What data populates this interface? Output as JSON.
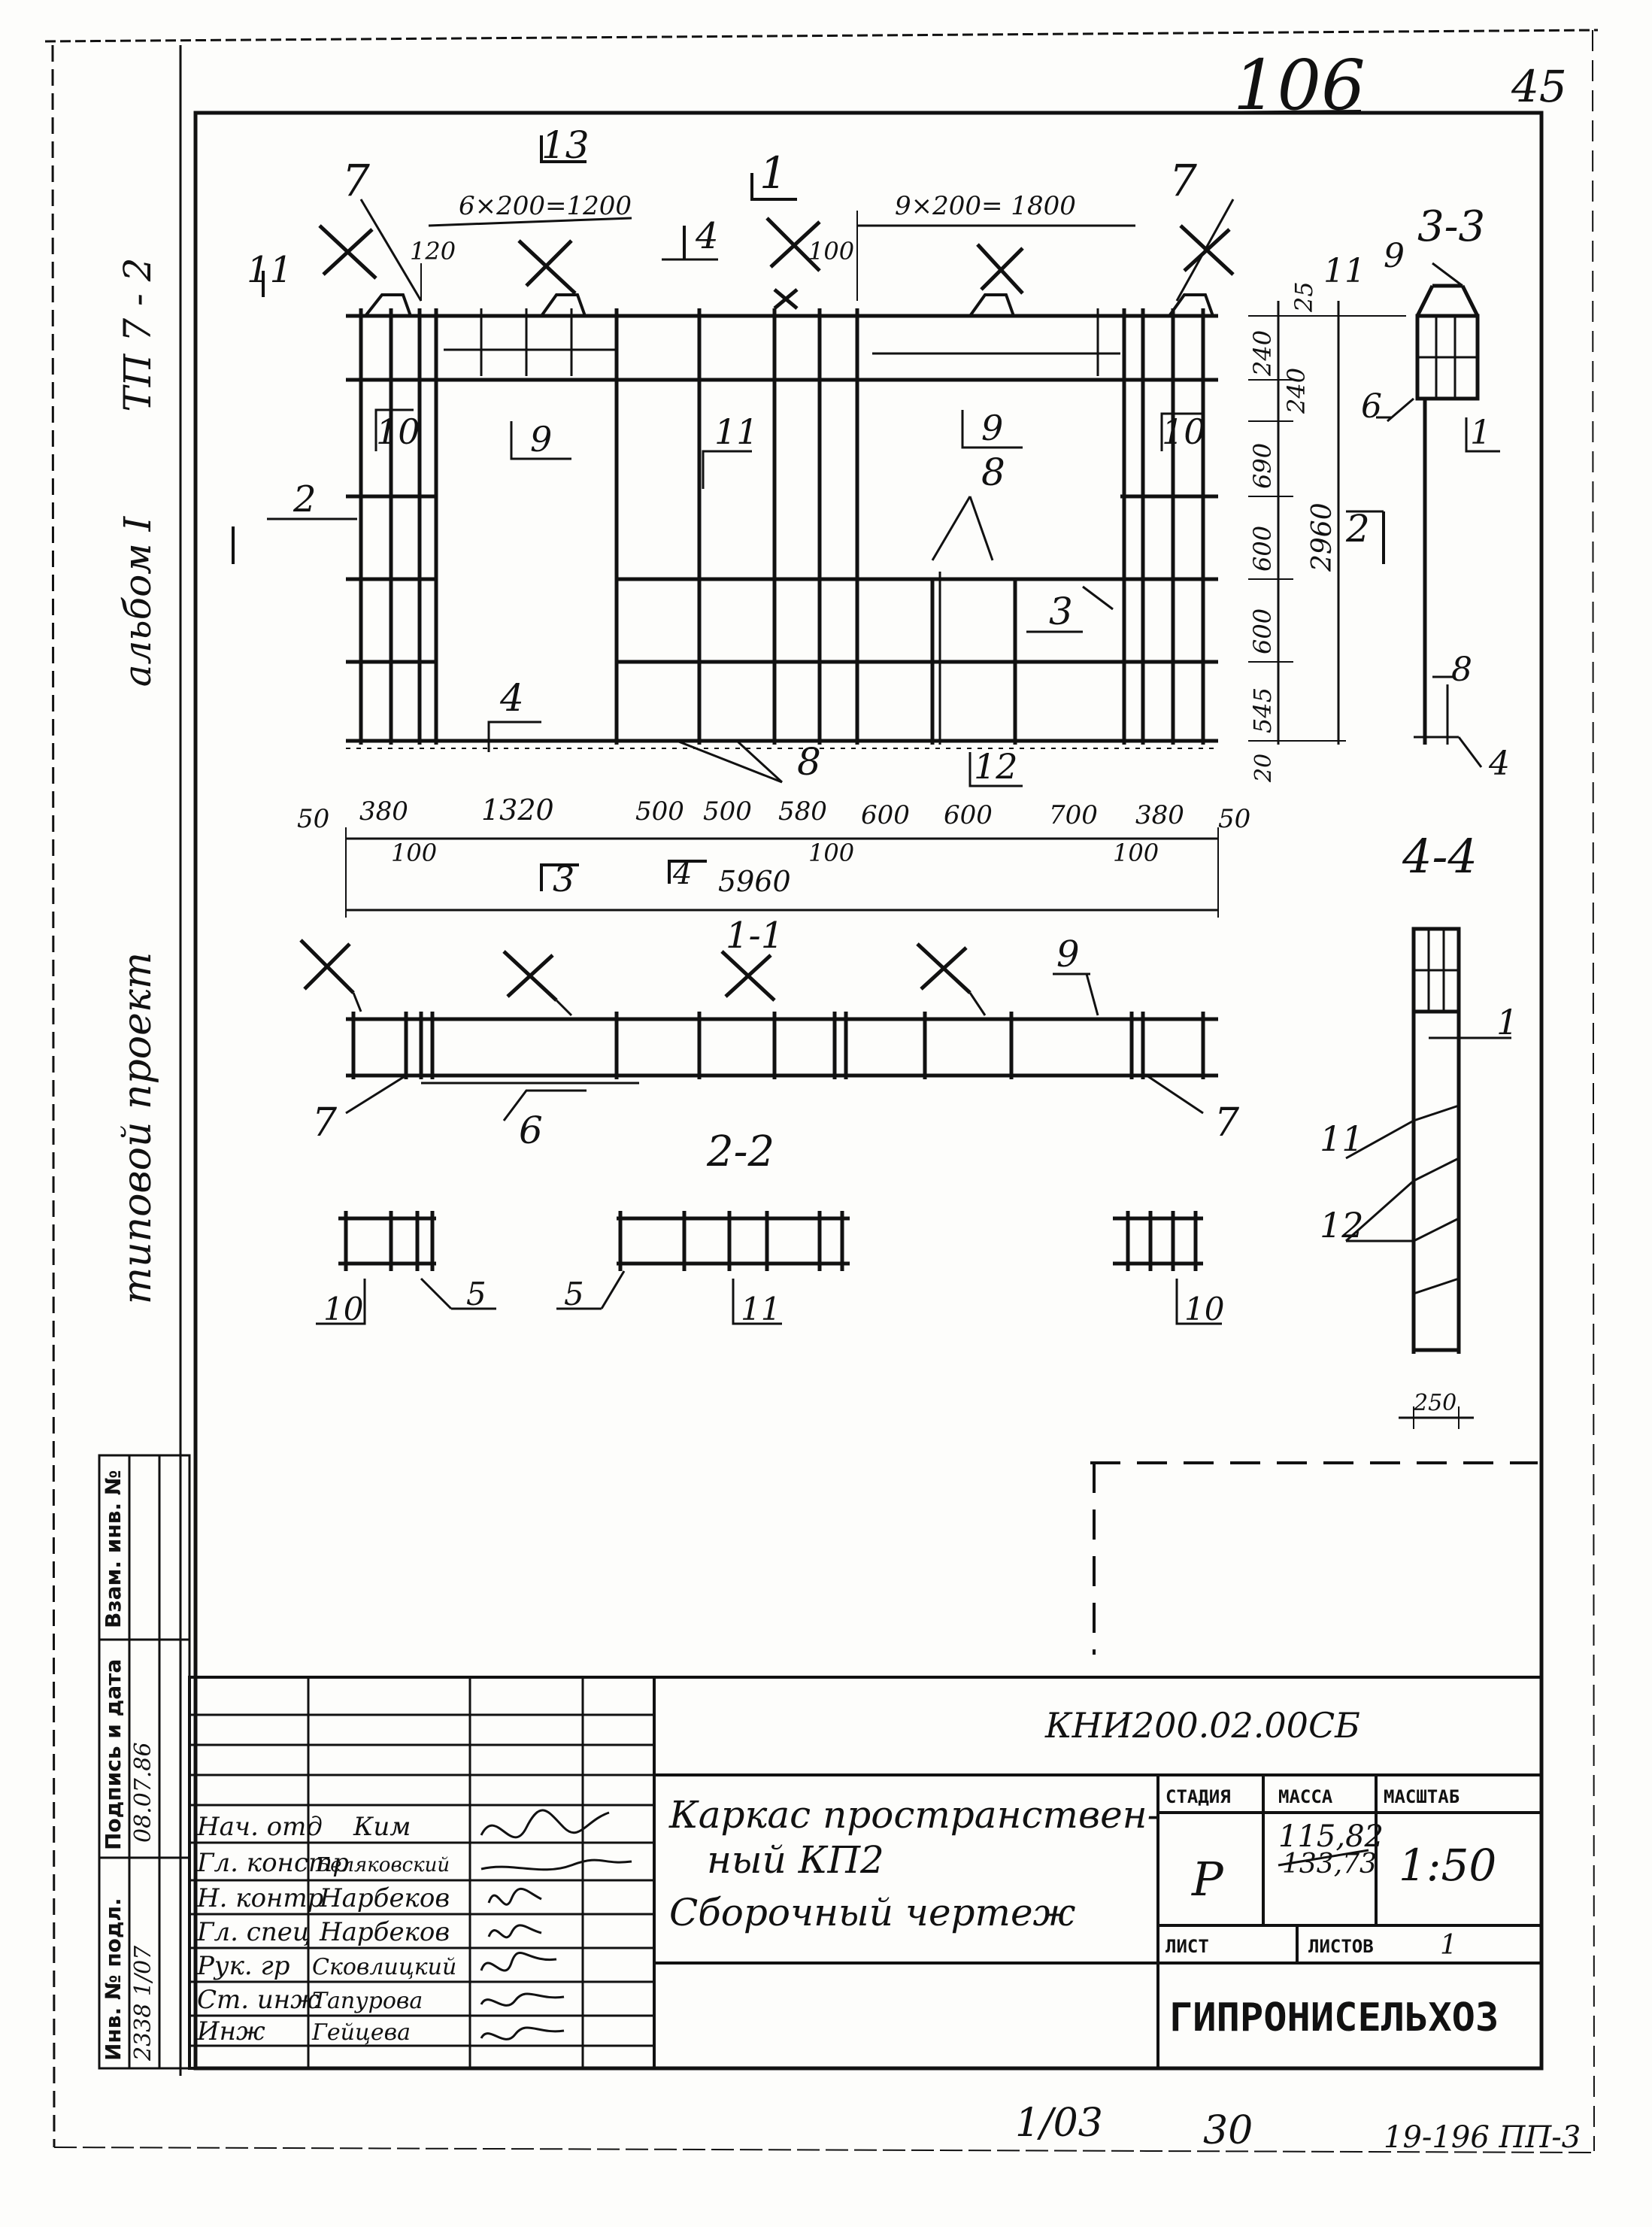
{
  "sheet": {
    "top_number": "106",
    "corner_number": "45",
    "bottom_left_number": "1/03",
    "bottom_mid_number": "30",
    "bottom_right_code": "19-196 ПП-3"
  },
  "side_strip": {
    "text_top": "ТП 7 - 2",
    "text_album": "альбом I",
    "text_project": "типовой проект"
  },
  "labels": {
    "dim_top_left": "6×200=1200",
    "dim_top_right": "9×200= 1800",
    "dim_120": "120",
    "dim_100": "100",
    "callout_7a": "7",
    "callout_7b": "7",
    "callout_1": "1",
    "callout_13": "13",
    "callout_4": "4",
    "callout_11a": "11",
    "callout_2": "2",
    "callout_10a": "10",
    "callout_10b": "10",
    "callout_9a": "9",
    "callout_9b": "9",
    "callout_11b": "11",
    "callout_8a": "8",
    "callout_3": "3",
    "callout_2b": "2",
    "callout_4b": "4",
    "callout_8b": "8",
    "callout_12": "12",
    "section_33": "3-3",
    "s33_9": "9",
    "s33_11": "11",
    "s33_6": "6",
    "s33_1": "1",
    "s33_8": "8",
    "s33_4": "4",
    "v_25": "25",
    "v_240a": "240",
    "v_240b": "240",
    "v_690": "690",
    "v_2960": "2960",
    "v_600a": "600",
    "v_600b": "600",
    "v_545": "545",
    "v_20": "20",
    "h_50a": "50",
    "h_380a": "380",
    "h_100a": "100",
    "h_1320": "1320",
    "h_500a": "500",
    "h_500b": "500",
    "h_580": "580",
    "h_100b": "100",
    "h_600a": "600",
    "h_600b": "600",
    "h_700": "700",
    "h_380b": "380",
    "h_100c": "100",
    "h_50b": "50",
    "h_3": "3",
    "h_4": "4",
    "h_5960": "5960",
    "section_11": "1-1",
    "s11_9": "9",
    "s11_7a": "7",
    "s11_6": "6",
    "s11_7b": "7",
    "section_22": "2-2",
    "s22_10a": "10",
    "s22_5a": "5",
    "s22_5b": "5",
    "s22_11": "11",
    "s22_10b": "10",
    "section_44": "4-4",
    "s44_1": "1",
    "s44_11": "11",
    "s44_12": "12",
    "s44_250": "250"
  },
  "title_block": {
    "doc_code": "КНИ200.02.00СБ",
    "title_line1": "Каркас пространствен-",
    "title_line2": "ный КП2",
    "title_line3": "Сборочный чертеж",
    "stage_header": "СТАДИЯ",
    "mass_header": "МАССА",
    "scale_header": "МАСШТАБ",
    "stage_value": "Р",
    "mass_value": "115,82",
    "mass_struck": "133,73",
    "scale_value": "1:50",
    "sheet_label": "ЛИСТ",
    "sheets_label": "ЛИСТОВ",
    "sheets_value": "1",
    "organization": "ГИПРОНИСЕЛЬХОЗ",
    "roles": [
      {
        "role": "Нач. отд",
        "name": "Ким"
      },
      {
        "role": "Гл. констр",
        "name": "Беляковский"
      },
      {
        "role": "Н. контр",
        "name": "Нарбеков"
      },
      {
        "role": "Гл. спец",
        "name": "Нарбеков"
      },
      {
        "role": "Рук. гр",
        "name": "Сковлицкий"
      },
      {
        "role": "Ст. инж",
        "name": "Тапурова"
      },
      {
        "role": "Инж",
        "name": "Гейцева"
      }
    ]
  },
  "left_stamp": {
    "inv_orig": "Инв. № подл.",
    "sign_date": "Подпись и дата",
    "replace_inv": "Взам. инв. №",
    "inv_value": "2338 1/07",
    "date_value": "08.07.86"
  }
}
